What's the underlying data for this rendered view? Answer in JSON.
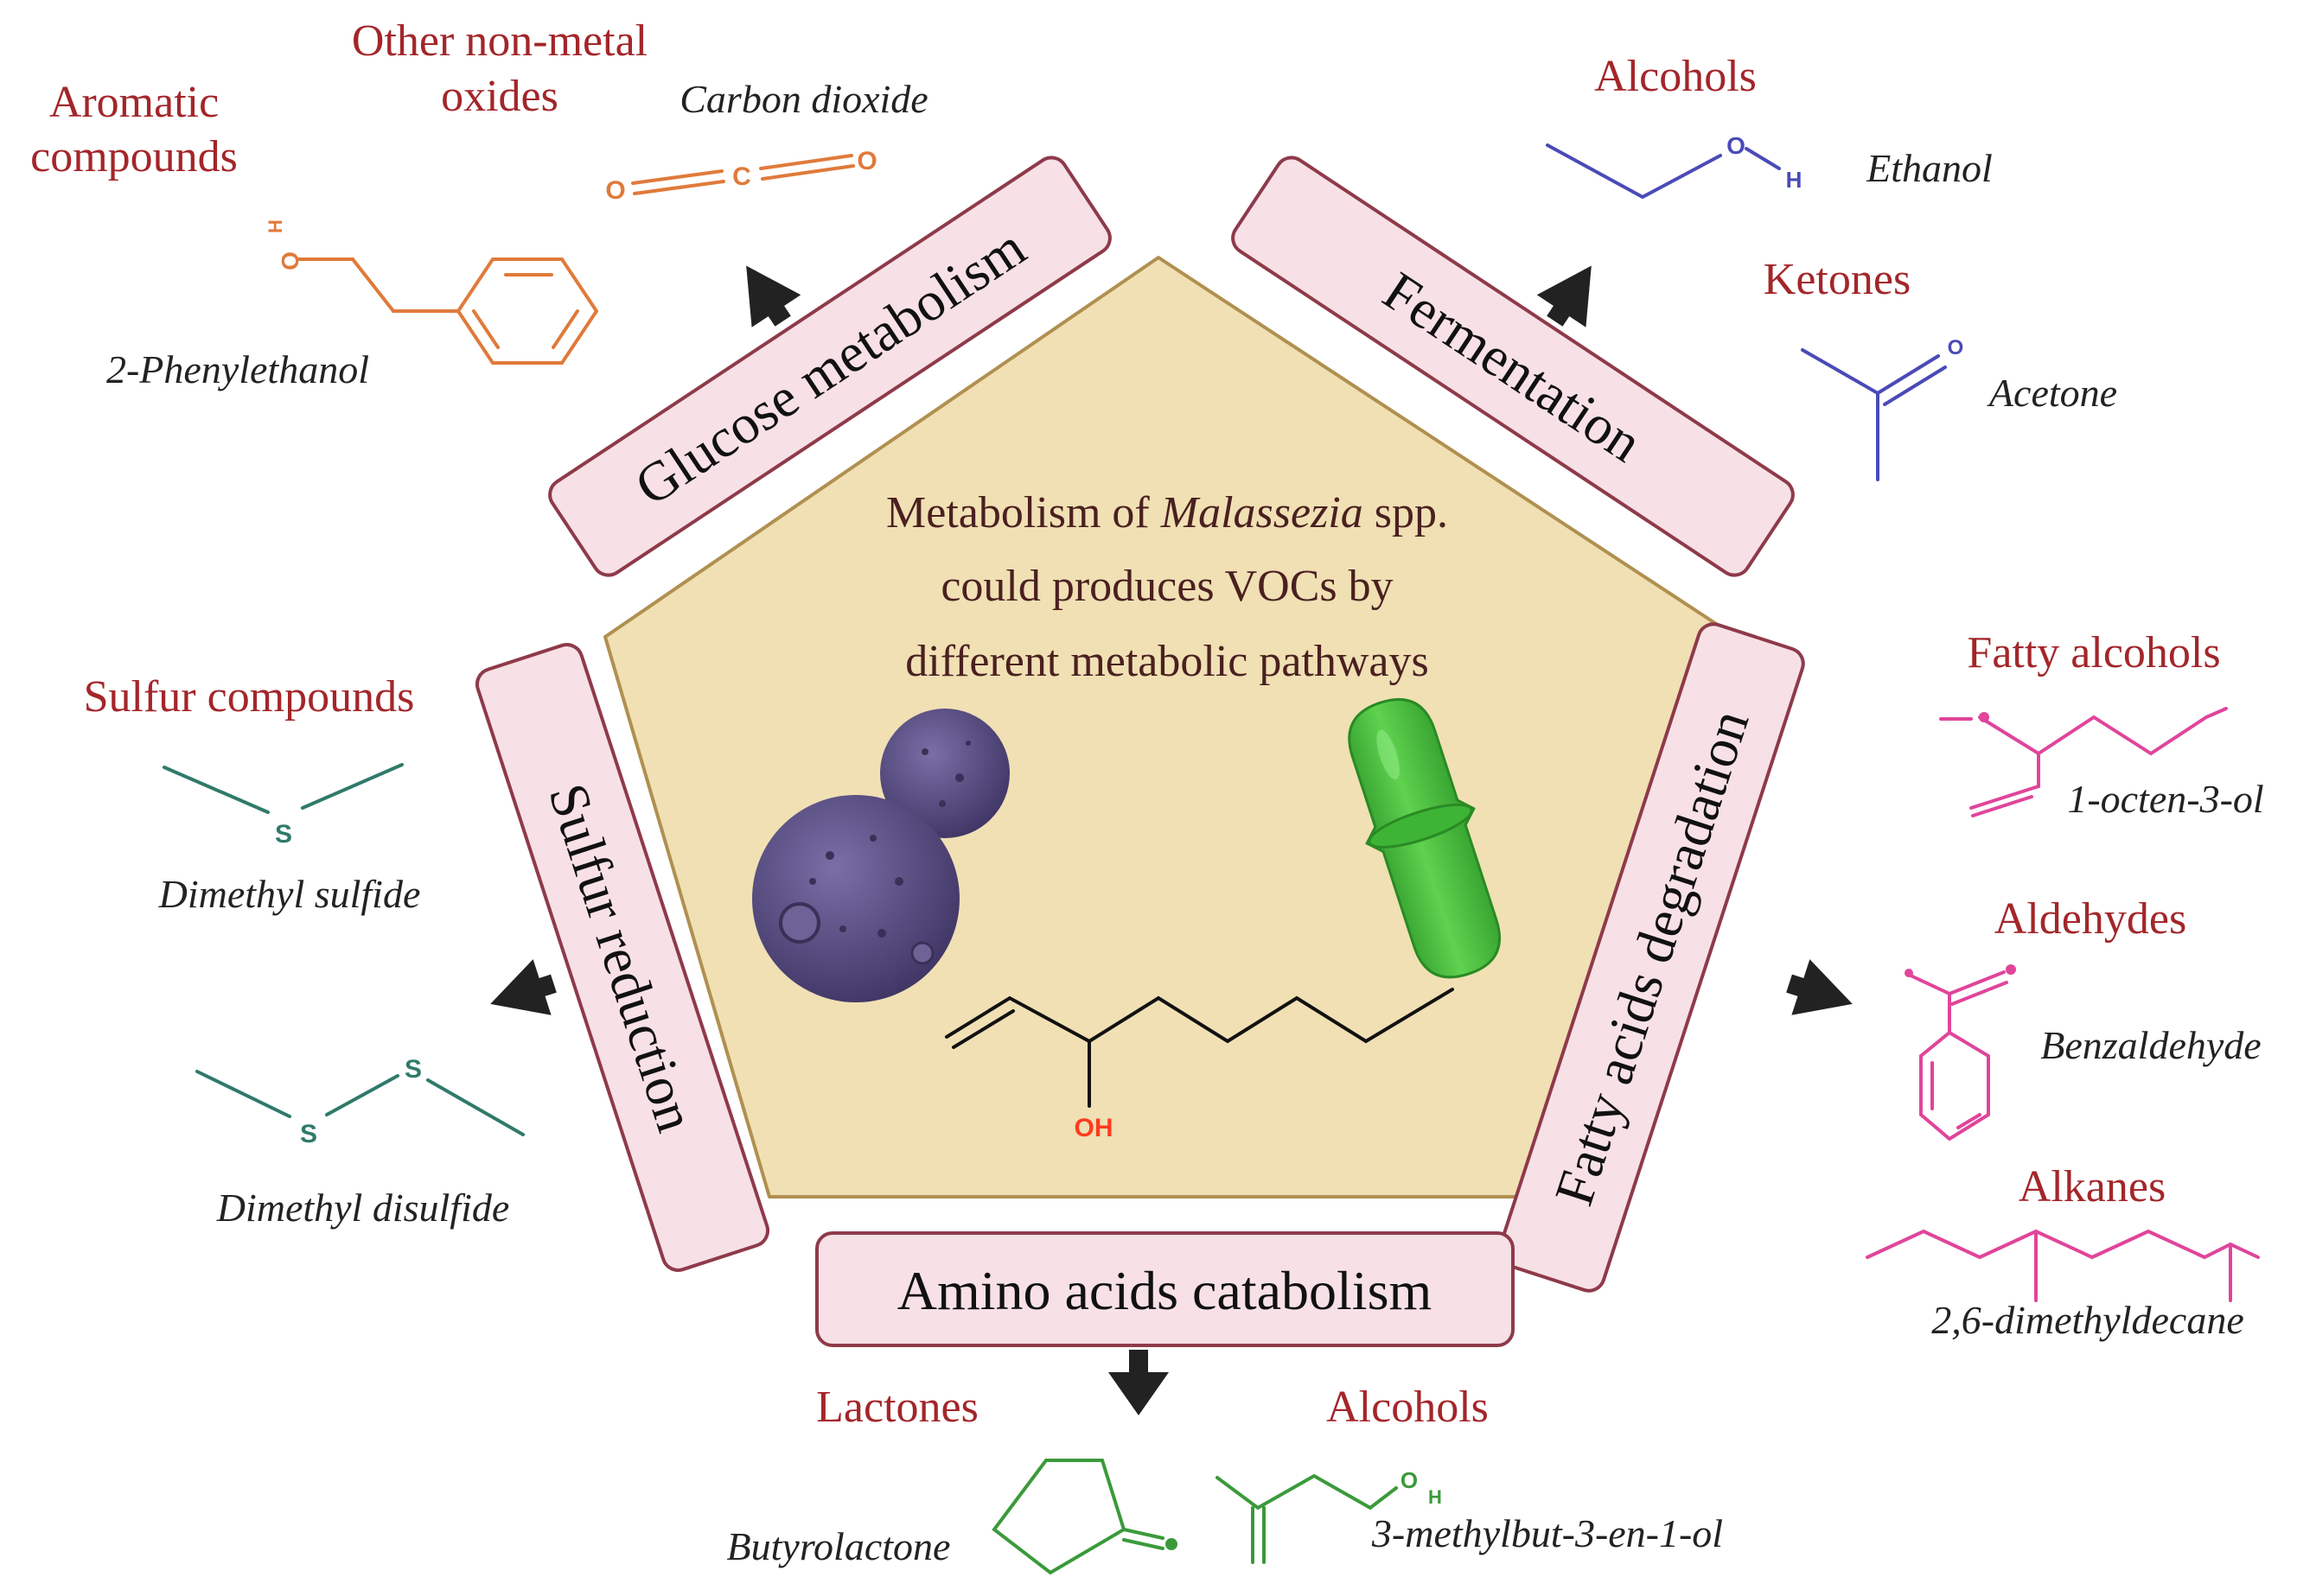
{
  "center": {
    "line1_pre": "Metabolism of ",
    "line1_italic": "Malassezia",
    "line1_post": " spp.",
    "line2": "could produces VOCs by",
    "line3": "different metabolic pathways",
    "molecule_oh": "OH"
  },
  "pathways": {
    "glucose": "Glucose metabolism",
    "fermentation": "Fermentation",
    "fatty": "Fatty acids degradation",
    "amino": "Amino acids catabolism",
    "sulfur": "Sulfur reduction"
  },
  "groups": {
    "aromatic": {
      "category_line1": "Aromatic",
      "category_line2": "compounds",
      "compound": "2-Phenylethanol",
      "atom_o": "O",
      "atom_h": "H"
    },
    "nonmetal": {
      "category_line1": "Other non-metal",
      "category_line2": "oxides",
      "compound": "Carbon dioxide",
      "atom_o1": "O",
      "atom_c": "C",
      "atom_o2": "O"
    },
    "alcohols_top": {
      "category": "Alcohols",
      "compound": "Ethanol",
      "atom_o": "O",
      "atom_h": "H"
    },
    "ketones": {
      "category": "Ketones",
      "compound": "Acetone",
      "atom_o": "O"
    },
    "fatty_alcohols": {
      "category": "Fatty alcohols",
      "compound": "1-octen-3-ol"
    },
    "aldehydes": {
      "category": "Aldehydes",
      "compound": "Benzaldehyde"
    },
    "alkanes": {
      "category": "Alkanes",
      "compound": "2,6-dimethyldecane"
    },
    "lactones": {
      "category": "Lactones",
      "compound": "Butyrolactone"
    },
    "alcohols_bottom": {
      "category": "Alcohols",
      "compound": "3-methylbut-3-en-1-ol",
      "atom_o": "O",
      "atom_h": "H"
    },
    "sulfur_compounds": {
      "category": "Sulfur compounds",
      "compound1": "Dimethyl sulfide",
      "compound2": "Dimethyl disulfide",
      "atom_s": "S"
    }
  },
  "colors": {
    "category_text": "#a3262a",
    "pentagon_fill": "#f0e0b4",
    "pentagon_stroke": "#b09050",
    "box_fill": "#f7e1e6",
    "box_stroke": "#8e3a4a",
    "aromatic_struct": "#e07a3a",
    "ethanol_struct": "#4a4ab8",
    "fatty_struct": "#e0459a",
    "amino_struct": "#3a9a3a",
    "sulfur_struct": "#2f7a6a",
    "yeast_purple": "#5b4f84",
    "bacterium_green": "#46c43a"
  }
}
